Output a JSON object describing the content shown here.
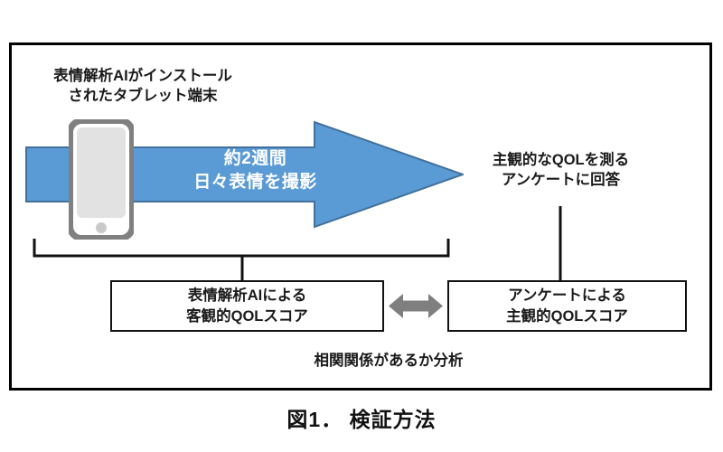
{
  "figure": {
    "caption": "図1． 検証方法",
    "frame_color": "#000000",
    "background": "#ffffff"
  },
  "tablet": {
    "label": "表情解析AIがインストール\nされたタブレット端末",
    "body_color": "#808080",
    "screen_color": "#e2e2e2",
    "home_button_color": "#c9c9c9"
  },
  "period_arrow": {
    "text": "約2週間\n日々表情を撮影",
    "fill_color": "#5B9BD5",
    "stroke_color": "#41719C",
    "text_color": "#ffffff"
  },
  "survey": {
    "label": "主観的なQOLを測る\nアンケートに回答"
  },
  "boxes": {
    "objective": {
      "label": "表情解析AIによる\n客観的QOLスコア",
      "border_color": "#111111"
    },
    "subjective": {
      "label": "アンケートによる\n主観的QOLスコア",
      "border_color": "#111111"
    }
  },
  "correlation": {
    "arrow_color": "#7F7F7F",
    "analysis_label": "相関関係があるか分析"
  }
}
